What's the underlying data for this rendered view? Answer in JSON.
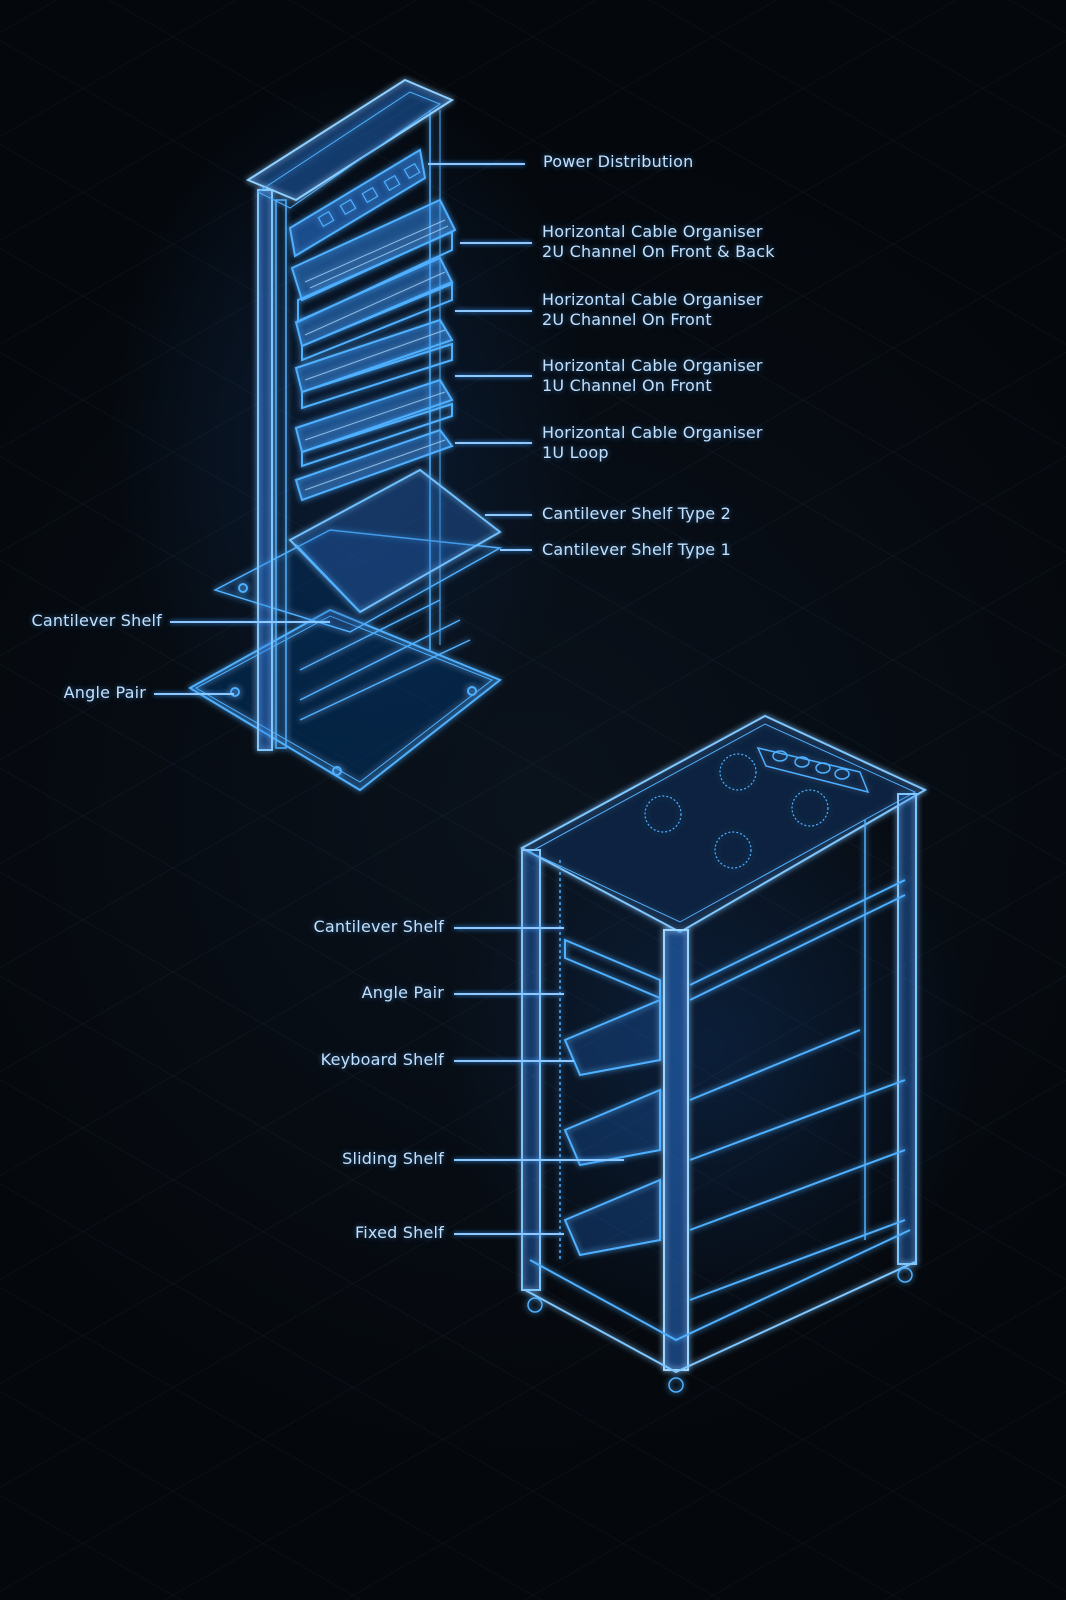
{
  "diagram": {
    "accent_color": "#3a9bff",
    "background_color": "#05080d",
    "label_color": "#bfe0ff",
    "open_frame_rack": {
      "name": "open-frame-rack",
      "labels_right": [
        {
          "line1": "Power Distribution",
          "line2": ""
        },
        {
          "line1": "Horizontal Cable Organiser",
          "line2": "2U Channel On Front & Back"
        },
        {
          "line1": "Horizontal Cable Organiser",
          "line2": "2U Channel On Front"
        },
        {
          "line1": "Horizontal Cable Organiser",
          "line2": "1U Channel On Front"
        },
        {
          "line1": "Horizontal Cable Organiser",
          "line2": "1U Loop"
        },
        {
          "line1": "Cantilever Shelf Type 2",
          "line2": ""
        },
        {
          "line1": "Cantilever Shelf Type 1",
          "line2": ""
        }
      ],
      "labels_left": [
        {
          "line1": "Cantilever Shelf"
        },
        {
          "line1": "Angle Pair"
        }
      ]
    },
    "enclosed_cabinet": {
      "name": "enclosed-cabinet",
      "labels_left": [
        {
          "line1": "Cantilever Shelf"
        },
        {
          "line1": "Angle Pair"
        },
        {
          "line1": "Keyboard Shelf"
        },
        {
          "line1": "Sliding Shelf"
        },
        {
          "line1": "Fixed Shelf"
        }
      ],
      "top_fan_count": 4,
      "top_port_count": 4
    }
  }
}
